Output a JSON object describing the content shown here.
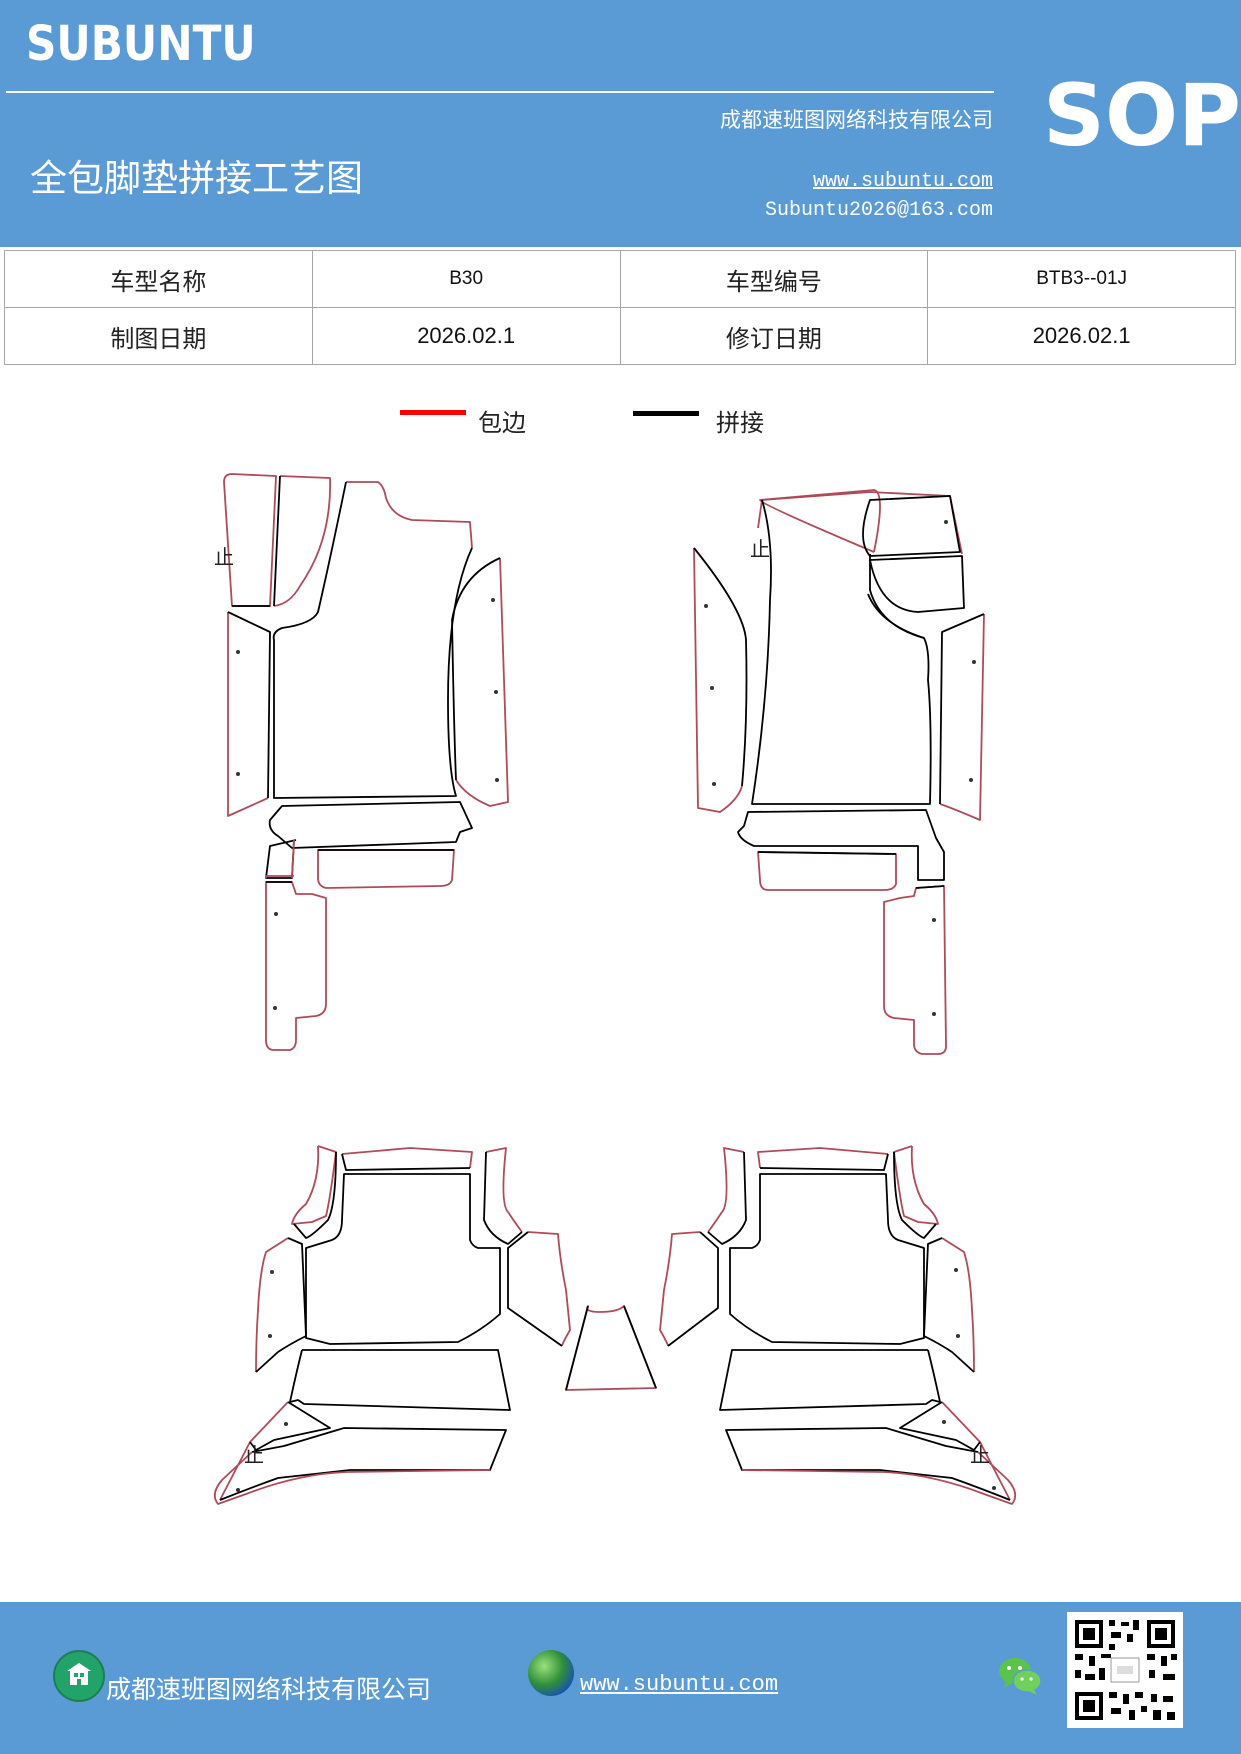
{
  "header": {
    "brand": "SUBUNTU",
    "company": "成都速班图网络科技有限公司",
    "title": "全包脚垫拼接工艺图",
    "website": "www.subuntu.com",
    "email": "Subuntu2026@163.com",
    "badge": "SOP",
    "background_color": "#5b9bd5"
  },
  "info_table": {
    "row1": {
      "label1": "车型名称",
      "value1": "B30",
      "label2": "车型编号",
      "value2": "BTB3--01J"
    },
    "row2": {
      "label1": "制图日期",
      "value1": "2026.02.1",
      "label2": "修订日期",
      "value2": "2026.02.1"
    }
  },
  "legend": {
    "edge_label": "包边",
    "edge_color": "#ff0000",
    "join_label": "拼接",
    "join_color": "#000000"
  },
  "drawing": {
    "stop_mark": "止"
  },
  "footer": {
    "company": "成都速班图网络科技有限公司",
    "website": "www.subuntu.com",
    "home_icon": "building-icon",
    "globe_icon": "globe-icon",
    "wechat_icon": "wechat-icon",
    "qr_icon": "qr-code-icon"
  }
}
